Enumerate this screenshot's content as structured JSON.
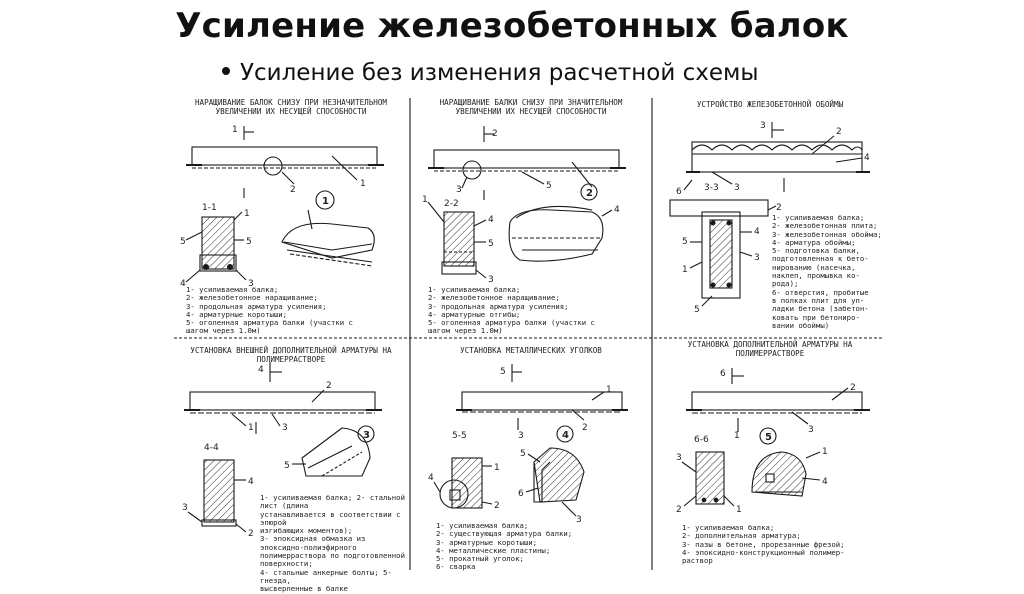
{
  "slide": {
    "title": "Усиление железобетонных балок",
    "bullet": "Усиление без изменения расчетной схемы"
  },
  "panels": [
    {
      "title": "НАРАЩИВАНИЕ БАЛОК СНИЗУ ПРИ НЕЗНАЧИТЕЛЬНОМ\nУВЕЛИЧЕНИИ ИХ НЕСУЩЕЙ СПОСОБНОСТИ",
      "section": "1-1",
      "circle": "1",
      "legend": [
        "1- усиливаемая балка;",
        "2- железобетонное наращивание;",
        "3- продольная арматура усиления;",
        "4- арматурные коротыши;",
        "5- оголенная арматура балки (участки с",
        "   шагом через 1.0м)"
      ]
    },
    {
      "title": "НАРАЩИВАНИЕ БАЛКИ СНИЗУ ПРИ ЗНАЧИТЕЛЬНОМ\nУВЕЛИЧЕНИИ ИХ НЕСУЩЕЙ СПОСОБНОСТИ",
      "section": "2-2",
      "circle": "2",
      "legend": [
        "1- усиливаемая балка;",
        "2- железобетонное наращивание;",
        "3- продольная арматура усиления;",
        "4- арматурные отгибы;",
        "5- оголенная арматура балки (участки с",
        "   шагом через 1.0м)"
      ]
    },
    {
      "title": "УСТРОЙСТВО ЖЕЛЕЗОБЕТОННОЙ ОБОЙМЫ",
      "section": "3-3",
      "circle": "",
      "legend": [
        "1- усиливаемая балка;",
        "2- железобетонная плита;",
        "3- железобетонная обойма;",
        "4- арматура обоймы;",
        "5- подготовка балки,",
        "   подготовленная к бето-",
        "   нированию (насечка,",
        "   наклеп, промывка ко-",
        "   рода);",
        "6- отверстия, пробитые",
        "   в полках плит для уп-",
        "   ладки бетона (забетон-",
        "   ковать при бетониро-",
        "   вании обоймы)"
      ]
    },
    {
      "title": "УСТАНОВКА ВНЕШНЕЙ ДОПОЛНИТЕЛЬНОЙ АРМАТУРЫ НА\nПОЛИМЕРРАСТВОРЕ",
      "section": "4-4",
      "circle": "3",
      "legend": [
        "1- усиливаемая балка; 2- стальной лист (длина",
        "   устанавливается в соответствии с эпюрой",
        "   изгибающих моментов);",
        "3- эпоксидная обмазка из эпоксидно-полиэфирного",
        "   полимерраствора по подготовленной поверхности;",
        "4- стальные анкерные болты; 5- гнезда,",
        "   высверленные в балке"
      ]
    },
    {
      "title": "УСТАНОВКА МЕТАЛЛИЧЕСКИХ УГОЛКОВ",
      "section": "5-5",
      "circle": "4",
      "legend": [
        "1- усиливаемая балка;",
        "2- существующая арматура балки;",
        "3- арматурные коротыши;",
        "4- металлические пластины;",
        "5- прокатный уголок;",
        "6- сварка"
      ]
    },
    {
      "title": "УСТАНОВКА ДОПОЛНИТЕЛЬНОЙ АРМАТУРЫ НА\nПОЛИМЕРРАСТВОРЕ",
      "section": "6-6",
      "circle": "5",
      "legend": [
        "1- усиливаемая балка;",
        "2- дополнительная арматура;",
        "3- пазы в бетоне, прорезанные фрезой;",
        "4- эпоксидно-конструкционный полимер-",
        "   раствор"
      ]
    }
  ],
  "markers": {
    "cut1": "1",
    "cut2": "2",
    "cut3": "3",
    "cut4": "4",
    "cut5": "5",
    "cut6": "6",
    "n1": "1",
    "n2": "2",
    "n3": "3",
    "n4": "4",
    "n5": "5",
    "n6": "6"
  }
}
